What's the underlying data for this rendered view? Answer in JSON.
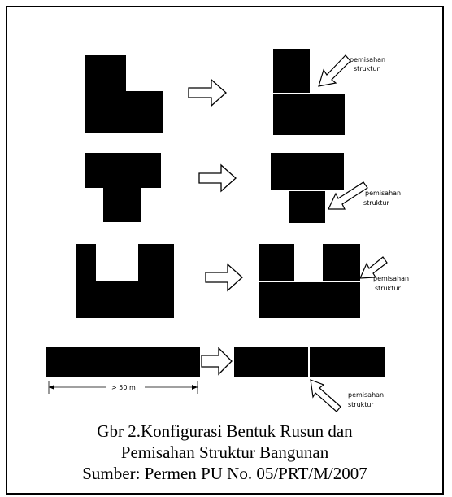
{
  "diagram": {
    "annotation_label_line1": "pemisahan",
    "annotation_label_line2": "struktur",
    "dimension_label": "> 50 m"
  },
  "caption": {
    "line1": "Gbr 2.Konfigurasi Bentuk Rusun dan",
    "line2": "Pemisahan Struktur Bangunan",
    "line3": "Sumber: Permen PU No. 05/PRT/M/2007"
  },
  "colors": {
    "shape_fill": "#000000",
    "background": "#ffffff"
  }
}
